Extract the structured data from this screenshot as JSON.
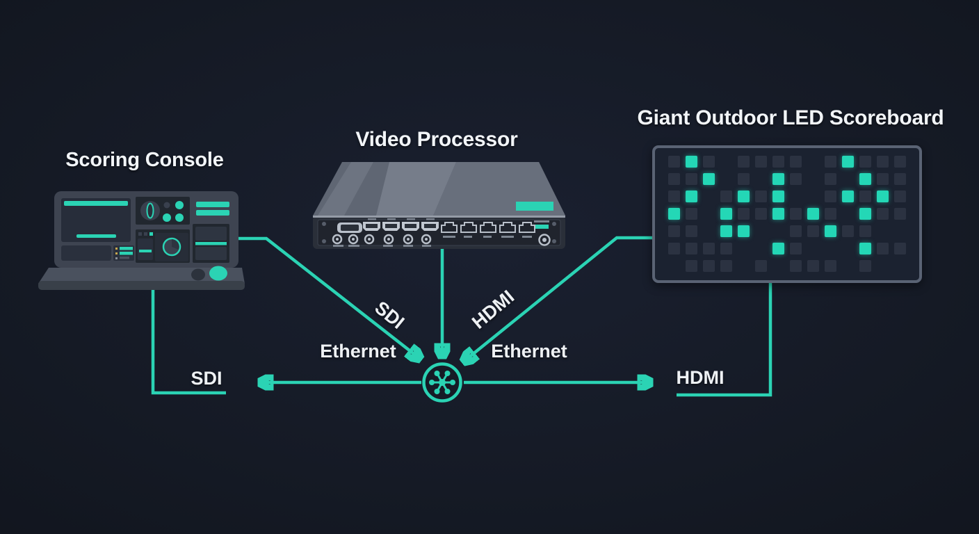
{
  "colors": {
    "background": "#161b26",
    "accent": "#2bd3b4",
    "led_on": "#24d7b6",
    "led_off": "#2b3241",
    "text": "#f2f5f8",
    "console_body": "#3e4451",
    "panel_dark": "#21272f",
    "scoreboard_border": "#5a6374",
    "scoreboard_fill": "#1b2230"
  },
  "nodes": {
    "scoring_console": {
      "title": "Scoring Console"
    },
    "video_processor": {
      "title": "Video Processor"
    },
    "led_scoreboard": {
      "title": "Giant Outdoor LED Scoreboard"
    }
  },
  "hub": {
    "icon": "network-hub-icon"
  },
  "labels": {
    "sdi_diagonal": "SDI",
    "hdmi_diagonal": "HDMI",
    "ethernet_left": "Ethernet",
    "ethernet_right": "Ethernet",
    "sdi_output": "SDI",
    "hdmi_output": "HDMI"
  },
  "scoreboard": {
    "grid_cols": 14,
    "grid_rows": 7,
    "led_pattern": [
      "010.0000.01000",
      "001.0.10.0.100",
      "01.0101..01010",
      "10.1001010.100",
      "00.11..00100..",
      "0000..10...100",
      ".000.0.000.0.."
    ]
  }
}
